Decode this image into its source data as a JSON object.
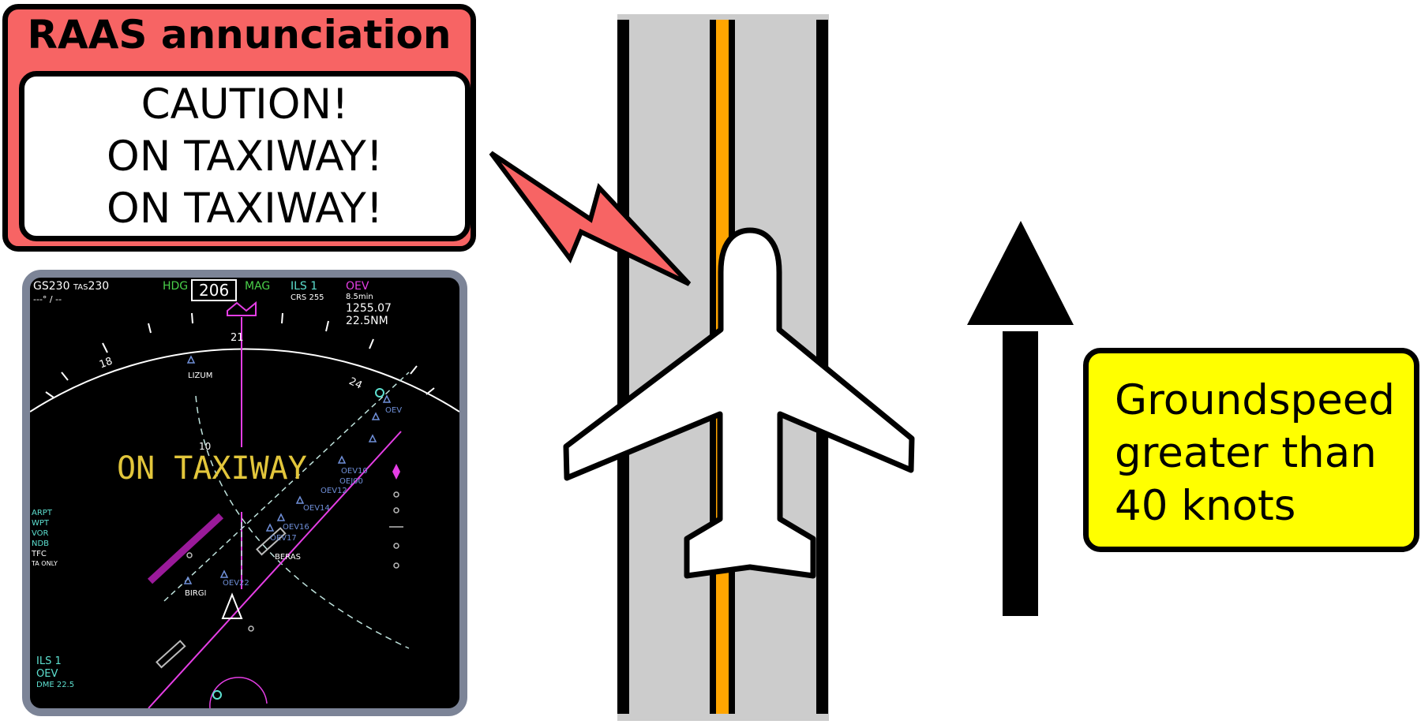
{
  "raas": {
    "title": "RAAS annunciation",
    "message": [
      "CAUTION!",
      "ON TAXIWAY!",
      "ON TAXIWAY!"
    ]
  },
  "nav_display": {
    "gs_label": "GS",
    "gs_value": "230",
    "tas_label": "TAS",
    "tas_value": "230",
    "wind": "---° / --",
    "hdg_label": "HDG",
    "heading": "206",
    "mag_label": "MAG",
    "nav_source": "ILS 1",
    "crs": "CRS 255",
    "waypoint": "OEV",
    "time_to_wpt": "8.5min",
    "eta": "1255.07",
    "distance": "22.5NM",
    "compass_ticks": [
      "18",
      "21",
      "24"
    ],
    "range_label": "10",
    "alert": "ON TAXIWAY",
    "waypoints": [
      "LIZUM",
      "OEV10",
      "OEJ00",
      "OEV12",
      "OEV14",
      "OEV16",
      "OEV17",
      "BERAS",
      "OEV22",
      "BIRGI",
      "OEV"
    ],
    "filters": [
      "ARPT",
      "WPT",
      "VOR",
      "NDB",
      "TFC",
      "TA ONLY"
    ],
    "bottom_source": "ILS 1",
    "bottom_station": "OEV",
    "bottom_dme": "DME 22.5"
  },
  "groundspeed": {
    "lines": [
      "Groundspeed",
      "greater than",
      "40 knots"
    ]
  },
  "colors": {
    "raas_fill": "#f76464",
    "groundspeed_fill": "#ffff00",
    "taxiway_center": "#ffa500",
    "pavement": "#cccccc",
    "nd_bezel": "#7c8497"
  },
  "icons": [
    "lightning-bolt-icon",
    "airplane-icon",
    "direction-arrow-icon"
  ]
}
